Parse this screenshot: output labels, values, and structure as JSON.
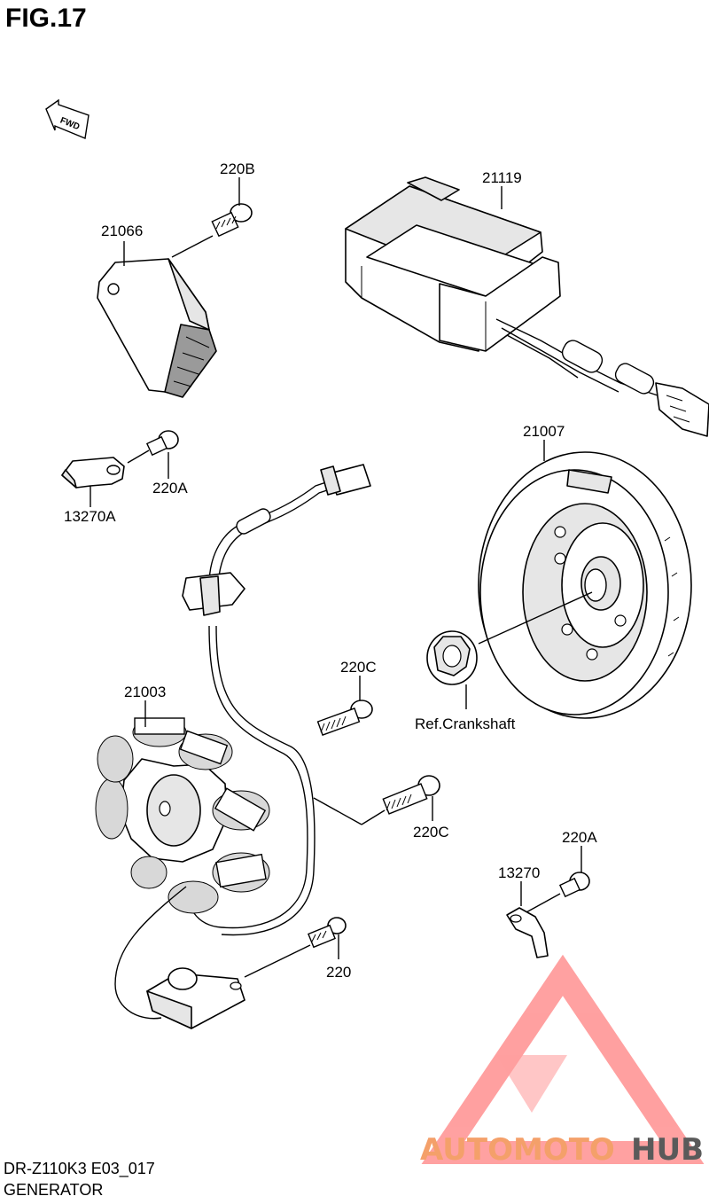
{
  "figure": {
    "title": "FIG.17",
    "fwd_label": "FWD",
    "model_code": "DR-Z110K3 E03_017",
    "section_name": "GENERATOR"
  },
  "parts": {
    "p220B": "220B",
    "p21066": "21066",
    "p21119": "21119",
    "p21007": "21007",
    "p220A_top": "220A",
    "p13270A": "13270A",
    "p21003": "21003",
    "p220C_top": "220C",
    "p220C_bottom": "220C",
    "ref_crankshaft": "Ref.Crankshaft",
    "p220A_bottom": "220A",
    "p13270": "13270",
    "p220": "220"
  },
  "watermark": {
    "brand_part1": "AUTOMOTO",
    "brand_part2": "HUB",
    "color_main": "#f4a06a",
    "color_accent": "#ff5a5a",
    "color_dark": "#5a5a5a"
  }
}
